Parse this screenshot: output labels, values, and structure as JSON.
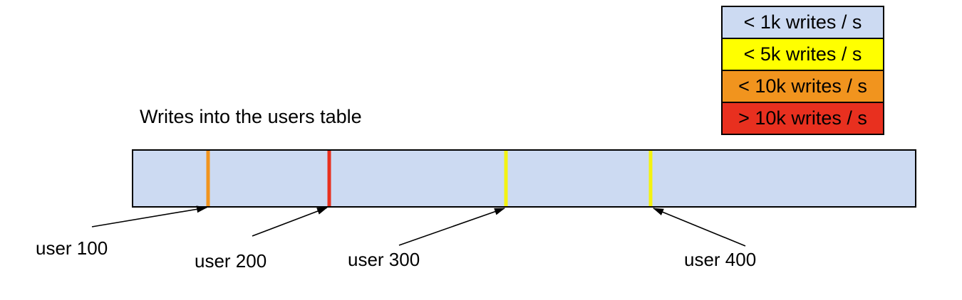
{
  "diagram": {
    "title": "Writes into the users table",
    "legend": [
      {
        "label": "< 1k writes / s",
        "color": "#ccdaf2"
      },
      {
        "label": "< 5k writes / s",
        "color": "#ffff00"
      },
      {
        "label": "< 10k writes / s",
        "color": "#f1941e"
      },
      {
        "label": "> 10k writes / s",
        "color": "#e8301f"
      }
    ],
    "bar": {
      "fill": "#ccdaf2",
      "border_color": "#000000"
    },
    "markers": [
      {
        "label": "user 100",
        "color": "#f1941e",
        "position_pct": 9.6
      },
      {
        "label": "user 200",
        "color": "#e8301f",
        "position_pct": 25.1
      },
      {
        "label": "user 300",
        "color": "#f3f311",
        "position_pct": 47.7
      },
      {
        "label": "user 400",
        "color": "#f3f311",
        "position_pct": 66.2
      }
    ]
  }
}
